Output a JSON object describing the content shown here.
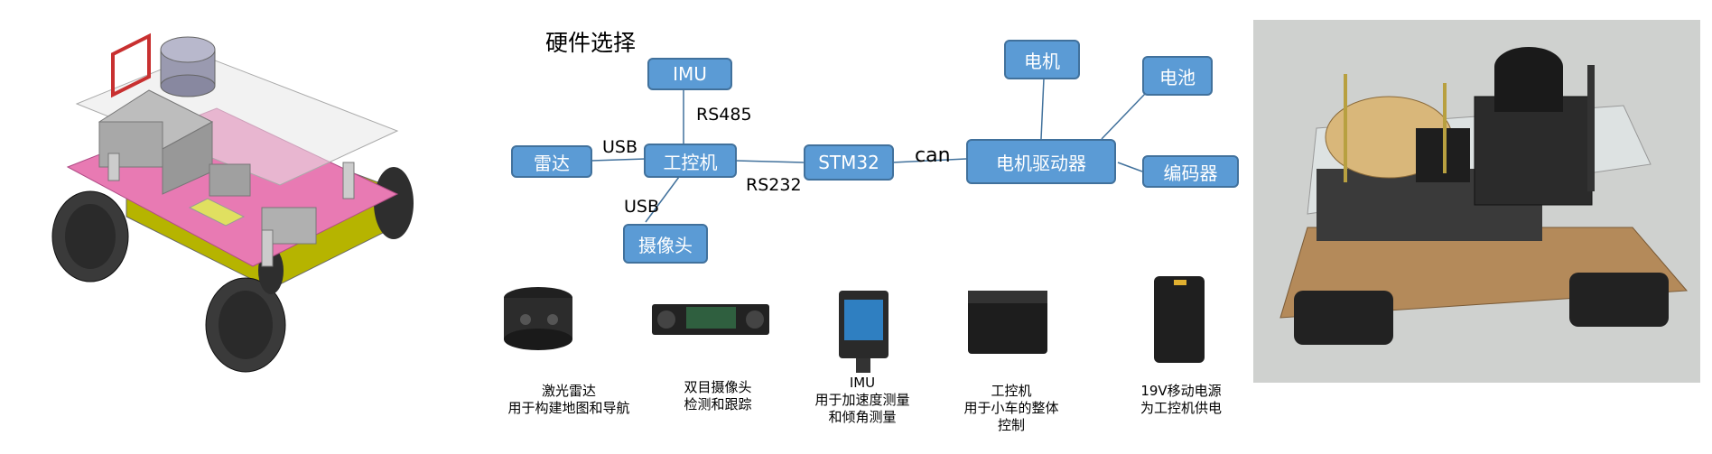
{
  "title": "硬件选择",
  "nodes": {
    "imu": "IMU",
    "radar": "雷达",
    "ipc": "工控机",
    "camera": "摄像头",
    "stm32": "STM32",
    "driver": "电机驱动器",
    "motor": "电机",
    "battery": "电池",
    "encoder": "编码器"
  },
  "edges": {
    "imu_ipc": "RS485",
    "radar_ipc": "USB",
    "camera_ipc": "USB",
    "ipc_stm32": "RS232",
    "stm32_driver": "can"
  },
  "products": [
    {
      "line1": "激光雷达",
      "line2": "用于构建地图和导航",
      "line3": ""
    },
    {
      "line1": "双目摄像头",
      "line2": "检测和跟踪",
      "line3": ""
    },
    {
      "line1": "IMU",
      "line2": "用于加速度测量",
      "line3": "和倾角测量"
    },
    {
      "line1": "工控机",
      "line2": "用于小车的整体",
      "line3": "控制"
    },
    {
      "line1": "19V移动电源",
      "line2": "为工控机供电",
      "line3": ""
    }
  ],
  "colors": {
    "node_fill": "#5b9bd5",
    "node_border": "#41719c",
    "robot_deck": "#e06aa8",
    "robot_base": "#c8c800"
  }
}
